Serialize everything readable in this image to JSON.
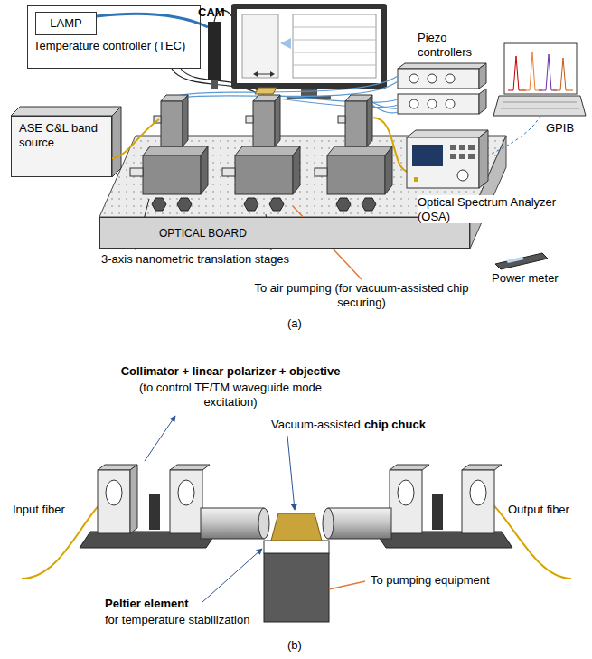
{
  "diagram": {
    "nodes": [
      {
        "text": [
          "Temperature controller (TEC)"
        ]
      },
      {
        "text": [
          "LAMP"
        ],
        "in": 0
      },
      {
        "text": [
          "ASE C&L band source"
        ]
      },
      {
        "text": [
          "OPTICAL BOARD"
        ]
      }
    ],
    "labels": [
      "CAM",
      "Piezo controllers",
      "GPIB",
      "Optical Spectrum Analyzer (OSA)",
      "3-axis nanometric translation stages",
      "To air pumping (for vacuum-assisted chip securing)",
      "Power meter",
      "(a)",
      "Collimator + linear polarizer + objective",
      "(to control TE/TM waveguide mode excitation)",
      "Vacuum-assisted",
      "chip chuck",
      "Input fiber",
      "Output fiber",
      "Peltier element",
      "for temperature stabilization",
      "To pumping equipment",
      "(b)"
    ]
  }
}
